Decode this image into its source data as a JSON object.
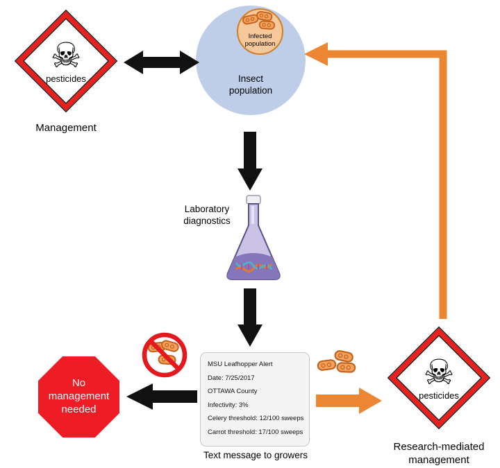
{
  "icons": {
    "skull": "☠"
  },
  "signs": {
    "management": {
      "hazard_label": "pesticides",
      "caption": "Management"
    },
    "research": {
      "hazard_label": "pesticides",
      "caption": "Research-mediated management"
    }
  },
  "population": {
    "main_label": "Insect population",
    "infected_label": "Infected population"
  },
  "diagnostics": {
    "label": "Laboratory diagnostics"
  },
  "message": {
    "lines": [
      "MSU Leafhopper Alert",
      "Date: 7/25/2017",
      "OTTAWA County",
      "Infectivity: 3%",
      "Celery threshold: 12/100 sweeps",
      "Carrot threshold: 17/100 sweeps"
    ],
    "caption": "Text message to growers"
  },
  "stop": {
    "label": "No management needed"
  },
  "colors": {
    "arrow_black": "#111111",
    "arrow_orange": "#ED8633",
    "hazard_red": "#E8201E",
    "stop_red": "#EE1C25",
    "population_blue": "#BECDE8",
    "infected_fill": "#F6C89B",
    "infected_border": "#D07E2A",
    "bacteria_fill": "#F2A25C",
    "bacteria_stroke": "#C2611C",
    "flask_body": "#CBC3E6",
    "flask_deep": "#8576BB"
  }
}
